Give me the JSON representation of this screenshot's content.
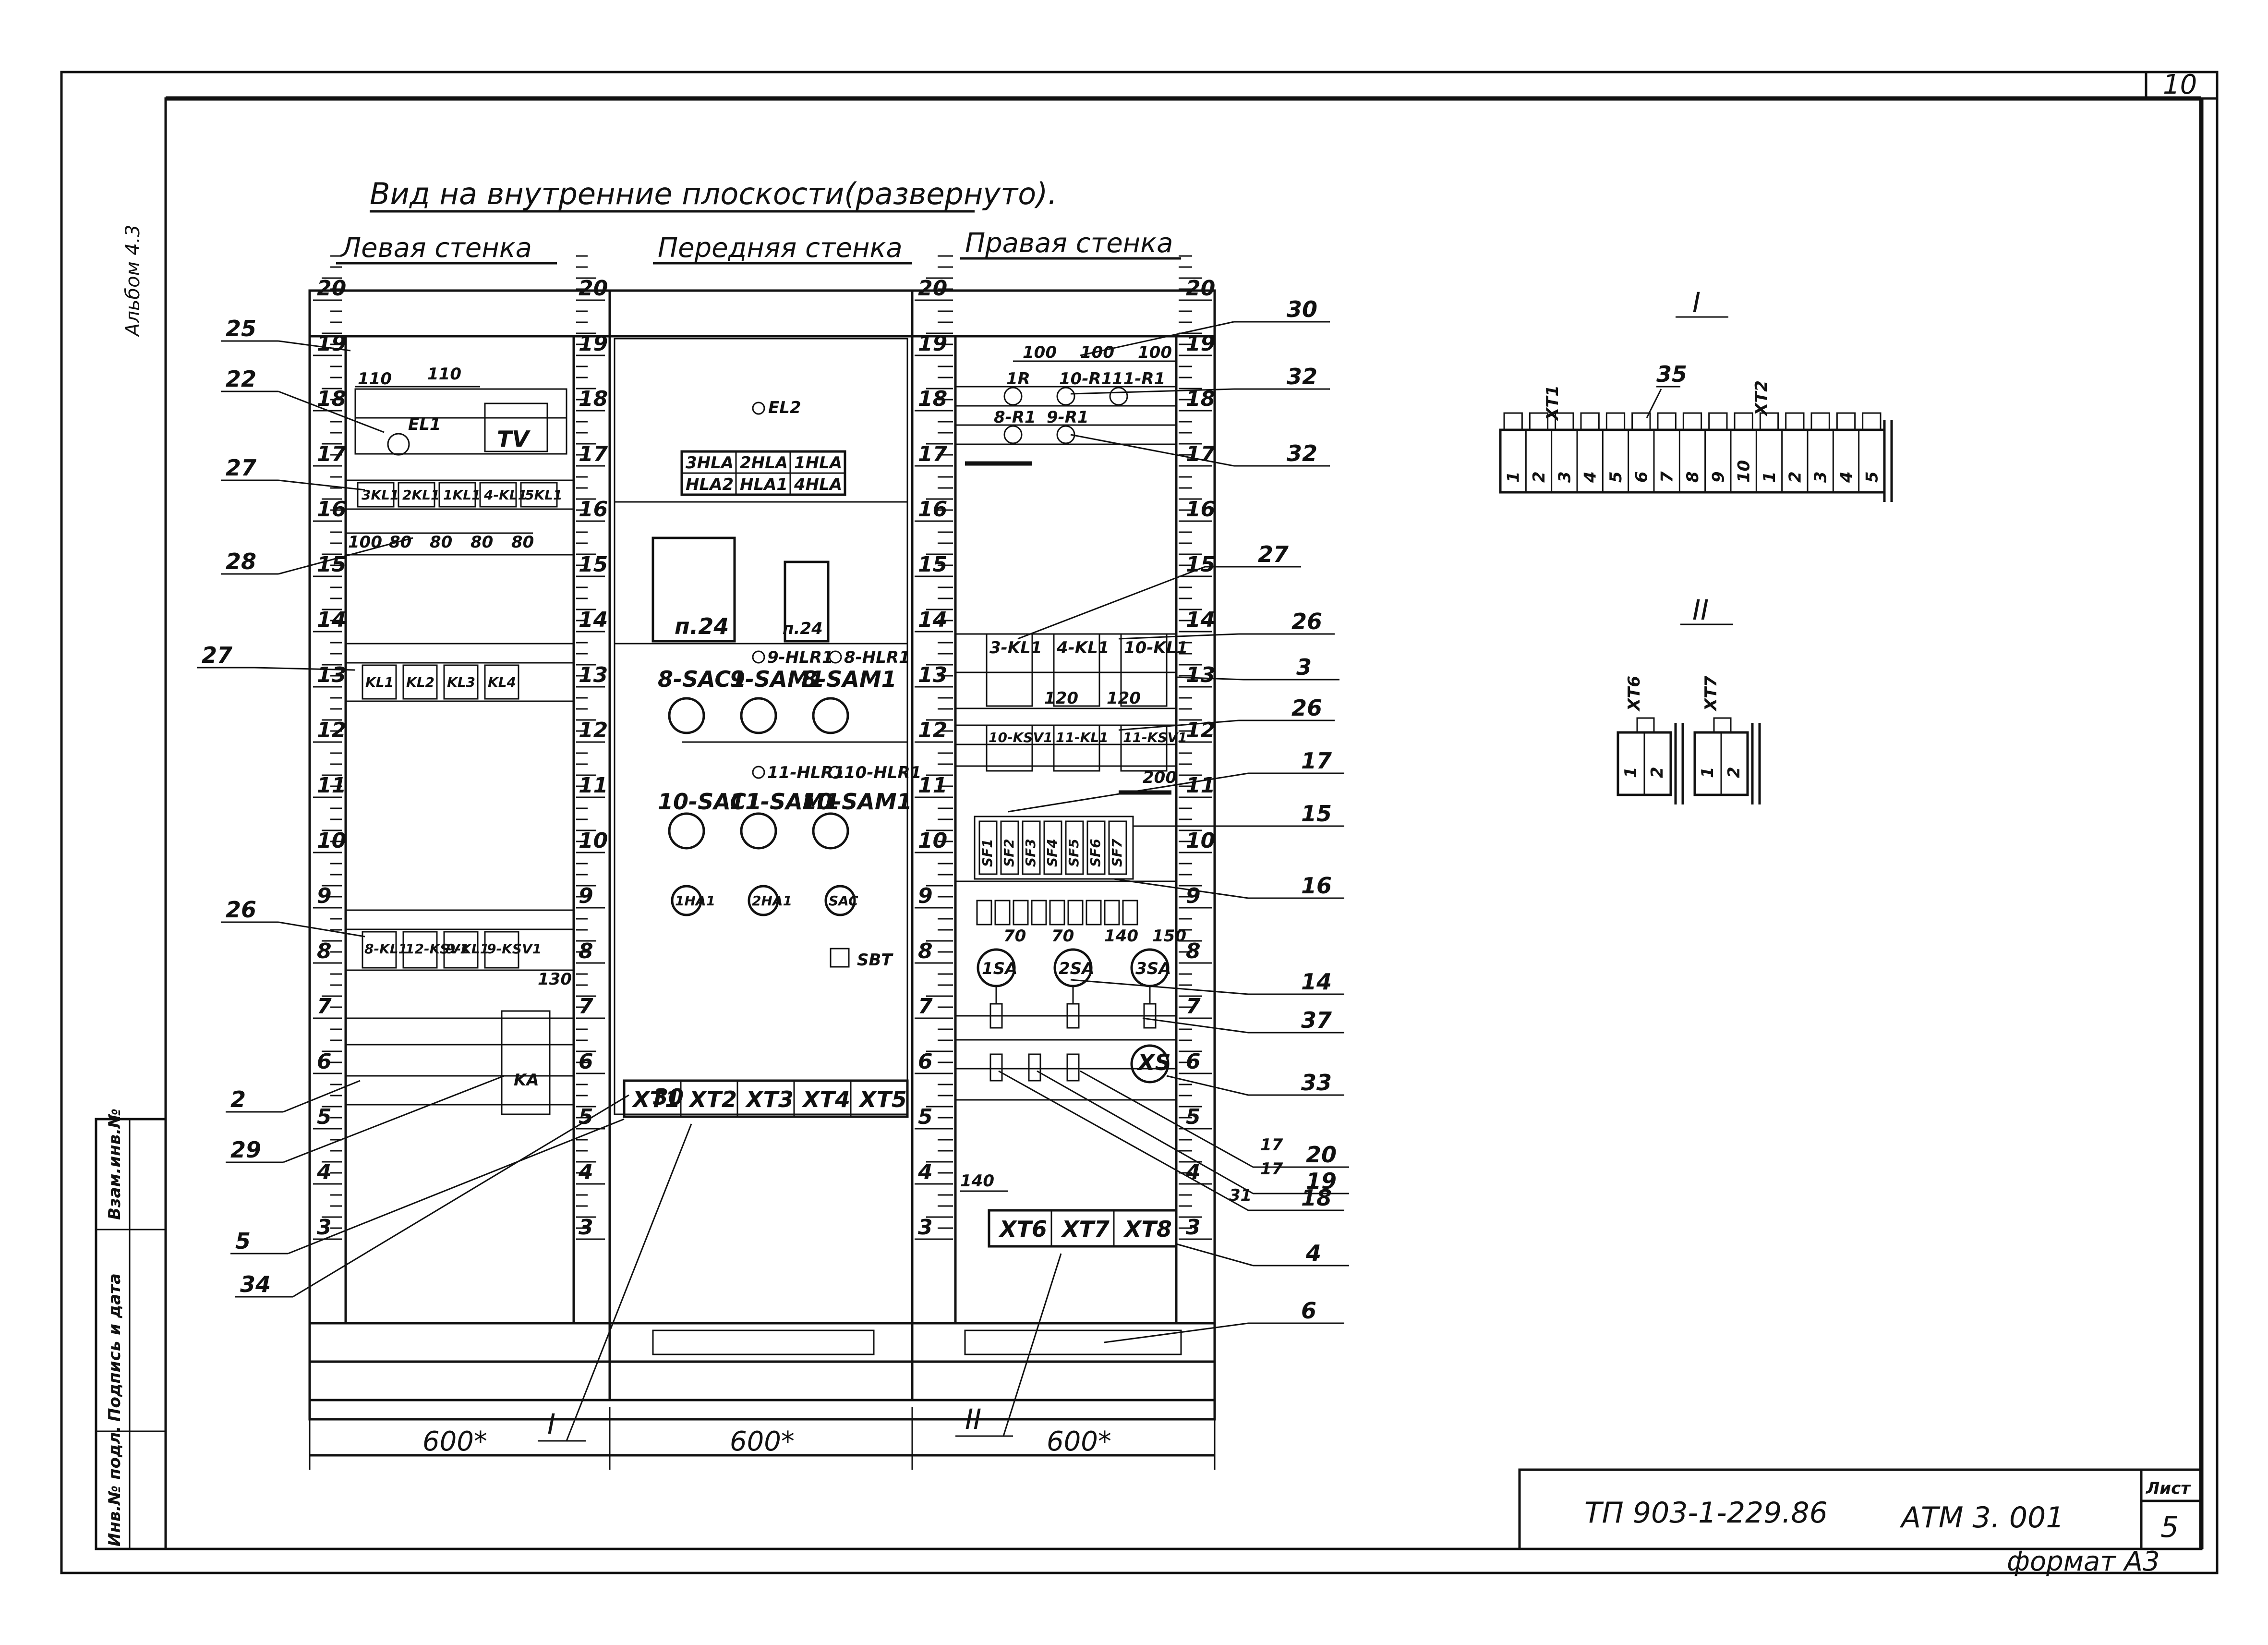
{
  "sheet": {
    "corner_number": "10",
    "album": "Альбом 4.3",
    "format": "формат А3"
  },
  "title_block": {
    "project": "ТП 903-1-229.86",
    "code": "АТМ 3. 001",
    "sheet_label": "Лист",
    "sheet_number": "5",
    "side_labels": [
      "Инв.№ подл.",
      "Подпись и дата",
      "Взам.инв.№"
    ]
  },
  "drawing": {
    "title": "Вид на внутренние плоскости(развернуто).",
    "left_wall": "Левая стенка",
    "front_wall": "Передняя стенка",
    "right_wall": "Правая стенка",
    "ruler_ticks": [
      "3",
      "4",
      "5",
      "6",
      "7",
      "8",
      "9",
      "10",
      "11",
      "12",
      "13",
      "14",
      "15",
      "16",
      "17",
      "18",
      "19",
      "20"
    ],
    "widths": [
      "600*",
      "600*",
      "600*"
    ],
    "section_marks": [
      "I",
      "II"
    ],
    "left_callouts": [
      "25",
      "22",
      "27",
      "28",
      "27",
      "26",
      "2",
      "29",
      "5",
      "34"
    ],
    "right_callouts": [
      "30",
      "32",
      "32",
      "27",
      "26",
      "3",
      "26",
      "17",
      "15",
      "16",
      "14",
      "37",
      "33",
      "20",
      "19",
      "18",
      "4",
      "6"
    ],
    "left_small": {
      "dim_110a": "110",
      "dim_110b": "110",
      "el1": "EL1",
      "tv": "TV",
      "relay_row_top": [
        "3KL1",
        "2KL1",
        "1KL1",
        "4-KL1",
        "5KL1"
      ],
      "dims_row": [
        "100",
        "80",
        "80",
        "80",
        "80"
      ],
      "relay_row_mid": [
        "KL1",
        "KL2",
        "KL3",
        "KL4"
      ],
      "relay_row_low": [
        "8-KL1",
        "12-KSV1",
        "9-KL1",
        "9-KSV1"
      ],
      "dim_130": "130",
      "ka": "KA"
    },
    "front_small": {
      "el2": "EL2",
      "lamps_top": [
        "3HLA",
        "2HLA",
        "1HLA"
      ],
      "lamps_bottom": [
        "HLA2",
        "HLA1",
        "4HLA"
      ],
      "box1": "п.24",
      "box2": "п.24",
      "hlr_top": [
        "9-HLR1",
        "8-HLR1"
      ],
      "switches_top": [
        "8-SAC1",
        "9-SAM1",
        "8-SAM1"
      ],
      "hlr_low": [
        "11-HLR1",
        "10-HLR1"
      ],
      "switches_low": [
        "10-SAC1",
        "11-SAM1",
        "10-SAM1"
      ],
      "round": [
        "1HA1",
        "2HA1",
        "SAC"
      ],
      "sbt": "SBT",
      "dim_30": "30",
      "terminals": [
        "XT1",
        "XT2",
        "XT3",
        "XT4",
        "XT5"
      ]
    },
    "right_small": {
      "dims_top": [
        "100",
        "100",
        "100"
      ],
      "r_top": [
        "1R",
        "10-R1",
        "11-R1"
      ],
      "r_mid": [
        "8-R1",
        "9-R1"
      ],
      "relay_a": [
        "3-KL1",
        "4-KL1",
        "10-KL1"
      ],
      "dims_120": [
        "120",
        "120"
      ],
      "relay_b": [
        "10-KSV1",
        "11-KL1",
        "11-KSV1"
      ],
      "dim_200": "200",
      "fuses": [
        "SF1",
        "SF2",
        "SF3",
        "SF4",
        "SF5",
        "SF6",
        "SF7"
      ],
      "dims_row": [
        "70",
        "70",
        "140",
        "150"
      ],
      "breakers": [
        "1SA",
        "2SA",
        "3SA"
      ],
      "xs": "XS",
      "dim_140": "140",
      "terminals": [
        "XT6",
        "XT7",
        "XT8"
      ],
      "extra_labels": [
        "17",
        "17",
        "31"
      ]
    },
    "section_I": {
      "label": "I",
      "callout": "35",
      "xt1": "XT1",
      "xt2": "XT2",
      "cells": [
        "1",
        "2",
        "3",
        "4",
        "5",
        "6",
        "7",
        "8",
        "9",
        "10",
        "1",
        "2",
        "3",
        "4",
        "5"
      ]
    },
    "section_II": {
      "label": "II",
      "xt6": "XT6",
      "xt7": "XT7",
      "cells": [
        "1",
        "2",
        "1",
        "2"
      ]
    }
  }
}
